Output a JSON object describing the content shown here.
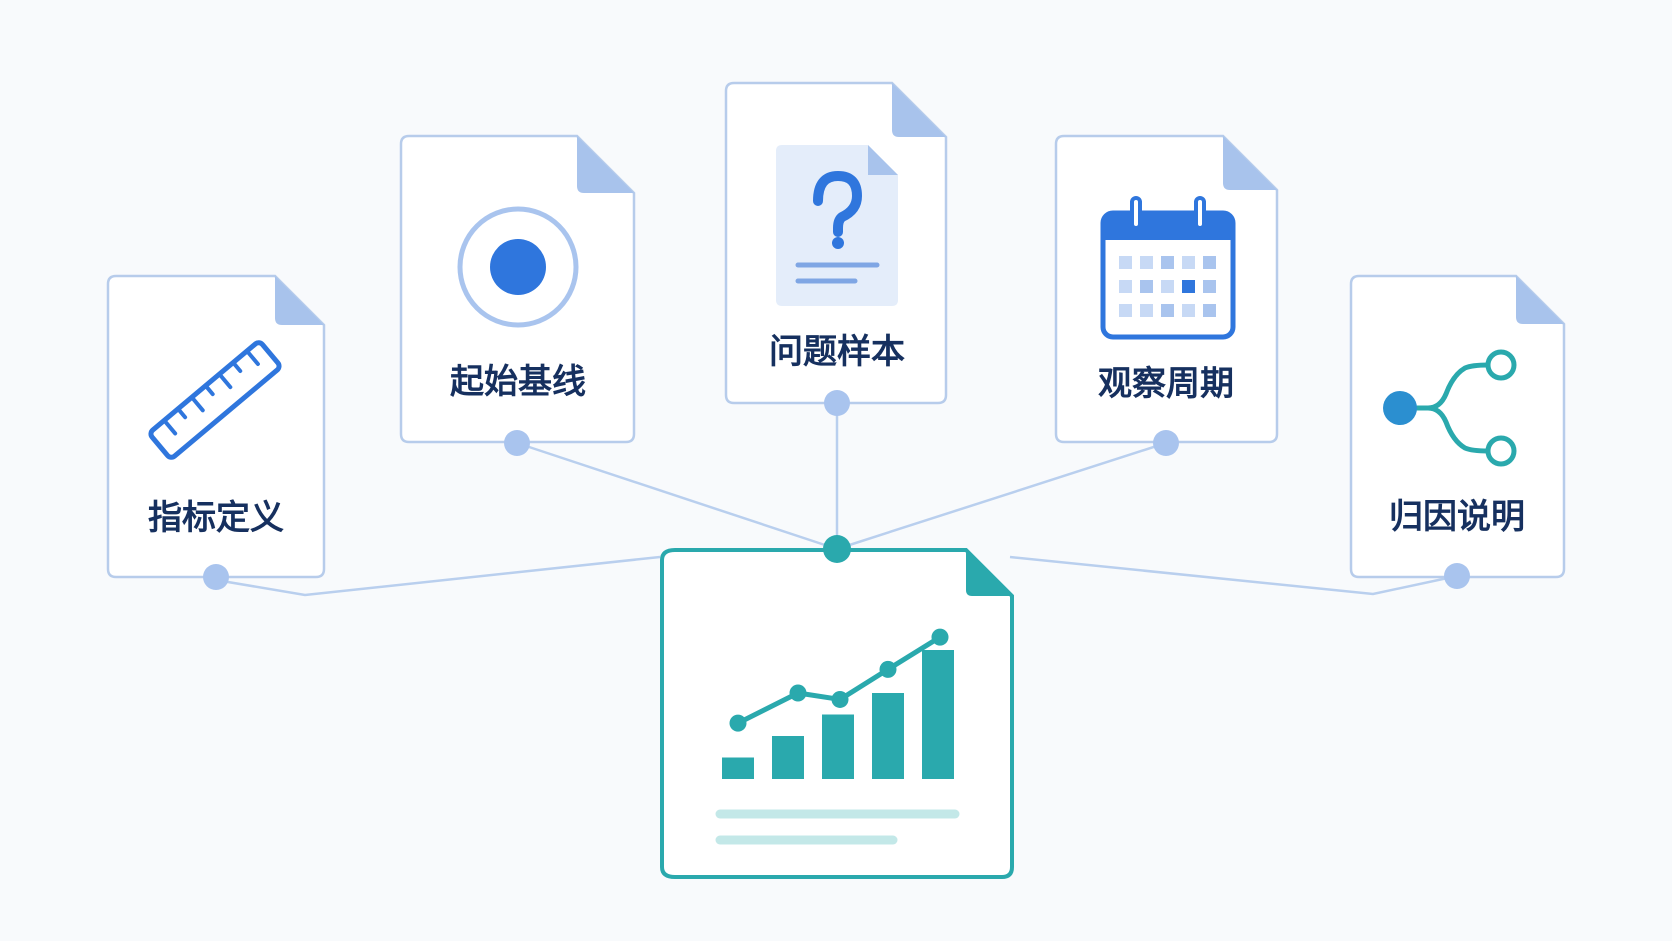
{
  "colors": {
    "background": "#f8fafc",
    "card_border": "#b7cceb",
    "card_fold": "#a8c3ec",
    "connector": "#b9cfee",
    "node": "#a9c4ee",
    "accent_blue": "#2f76dd",
    "accent_teal": "#2aa9ad",
    "label_text": "#16305f"
  },
  "documents": [
    {
      "id": "metric-definition",
      "label": "指标定义",
      "icon": "ruler-icon"
    },
    {
      "id": "starting-baseline",
      "label": "起始基线",
      "icon": "target-icon"
    },
    {
      "id": "problem-sample",
      "label": "问题样本",
      "icon": "question-document-icon"
    },
    {
      "id": "observation-period",
      "label": "观察周期",
      "icon": "calendar-icon"
    },
    {
      "id": "attribution-explanation",
      "label": "归因说明",
      "icon": "branch-icon"
    }
  ],
  "result_document": {
    "icon": "growth-chart-icon",
    "chart_data": {
      "type": "bar",
      "values": [
        1,
        2,
        3,
        4,
        6
      ],
      "trend_values": [
        2.6,
        4.0,
        3.7,
        5.1,
        6.6
      ]
    }
  }
}
